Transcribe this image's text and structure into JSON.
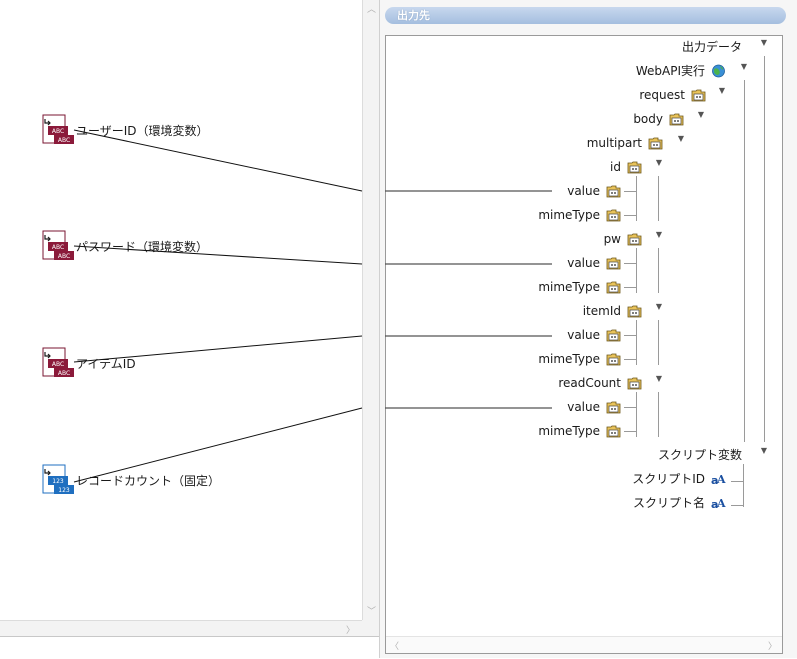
{
  "left_panel": {
    "sources": [
      {
        "label": "ユーザーID（環境変数）",
        "icon": "text-env-variable-icon"
      },
      {
        "label": "パスワード（環境変数）",
        "icon": "text-env-variable-icon"
      },
      {
        "label": "アイテムID",
        "icon": "text-variable-icon"
      },
      {
        "label": "レコードカウント（固定）",
        "icon": "number-fixed-value-icon"
      }
    ]
  },
  "right_panel": {
    "header": "出力先",
    "tree": {
      "root": "出力データ",
      "webapi": "WebAPI実行",
      "request": "request",
      "body": "body",
      "multipart": "multipart",
      "fields": [
        {
          "name": "id",
          "children": [
            "value",
            "mimeType"
          ]
        },
        {
          "name": "pw",
          "children": [
            "value",
            "mimeType"
          ]
        },
        {
          "name": "itemId",
          "children": [
            "value",
            "mimeType"
          ]
        },
        {
          "name": "readCount",
          "children": [
            "value",
            "mimeType"
          ]
        }
      ],
      "script_vars": "スクリプト変数",
      "script_vars_children": [
        "スクリプトID",
        "スクリプト名"
      ]
    }
  },
  "colors": {
    "header_bar": "#a4bedf",
    "env_icon": "#8b1a3a",
    "number_icon": "#1f6fc0"
  }
}
